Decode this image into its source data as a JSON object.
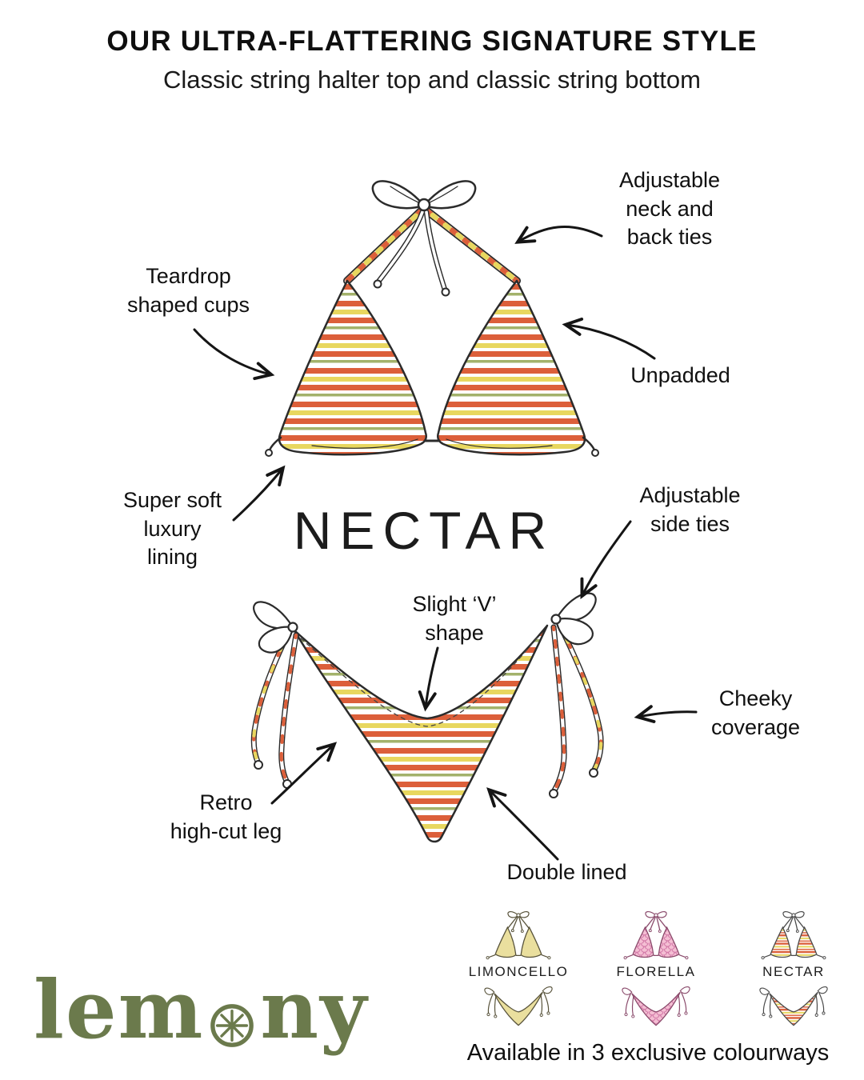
{
  "header": {
    "title": "OUR ULTRA-FLATTERING SIGNATURE STYLE",
    "subtitle": "Classic string halter top and classic string bottom"
  },
  "product_name": "NECTAR",
  "annotations": {
    "neck_ties": "Adjustable\nneck and\nback ties",
    "teardrop": "Teardrop\nshaped cups",
    "unpadded": "Unpadded",
    "lining": "Super soft\nluxury\nlining",
    "side_ties": "Adjustable\nside ties",
    "v_shape": "Slight ‘V’\nshape",
    "cheeky": "Cheeky\ncoverage",
    "retro": "Retro\nhigh-cut leg",
    "double_lined": "Double lined"
  },
  "colorways": {
    "items": [
      {
        "label": "LIMONCELLO"
      },
      {
        "label": "FLORELLA"
      },
      {
        "label": "NECTAR"
      }
    ],
    "footer": "Available in 3 exclusive colourways"
  },
  "logo": {
    "name": "lemony",
    "part1": "lem",
    "part2": "ny"
  },
  "colors": {
    "stripe_orange": "#DC5F3A",
    "stripe_yellow": "#E8D75F",
    "stripe_green": "#A3B26B",
    "limoncello_yellow": "#EADF9E",
    "florella_pink": "#F4BED3",
    "florella_pink_dark": "#CE6FA2",
    "logo_green": "#6B7A4C",
    "ink": "#141414"
  }
}
